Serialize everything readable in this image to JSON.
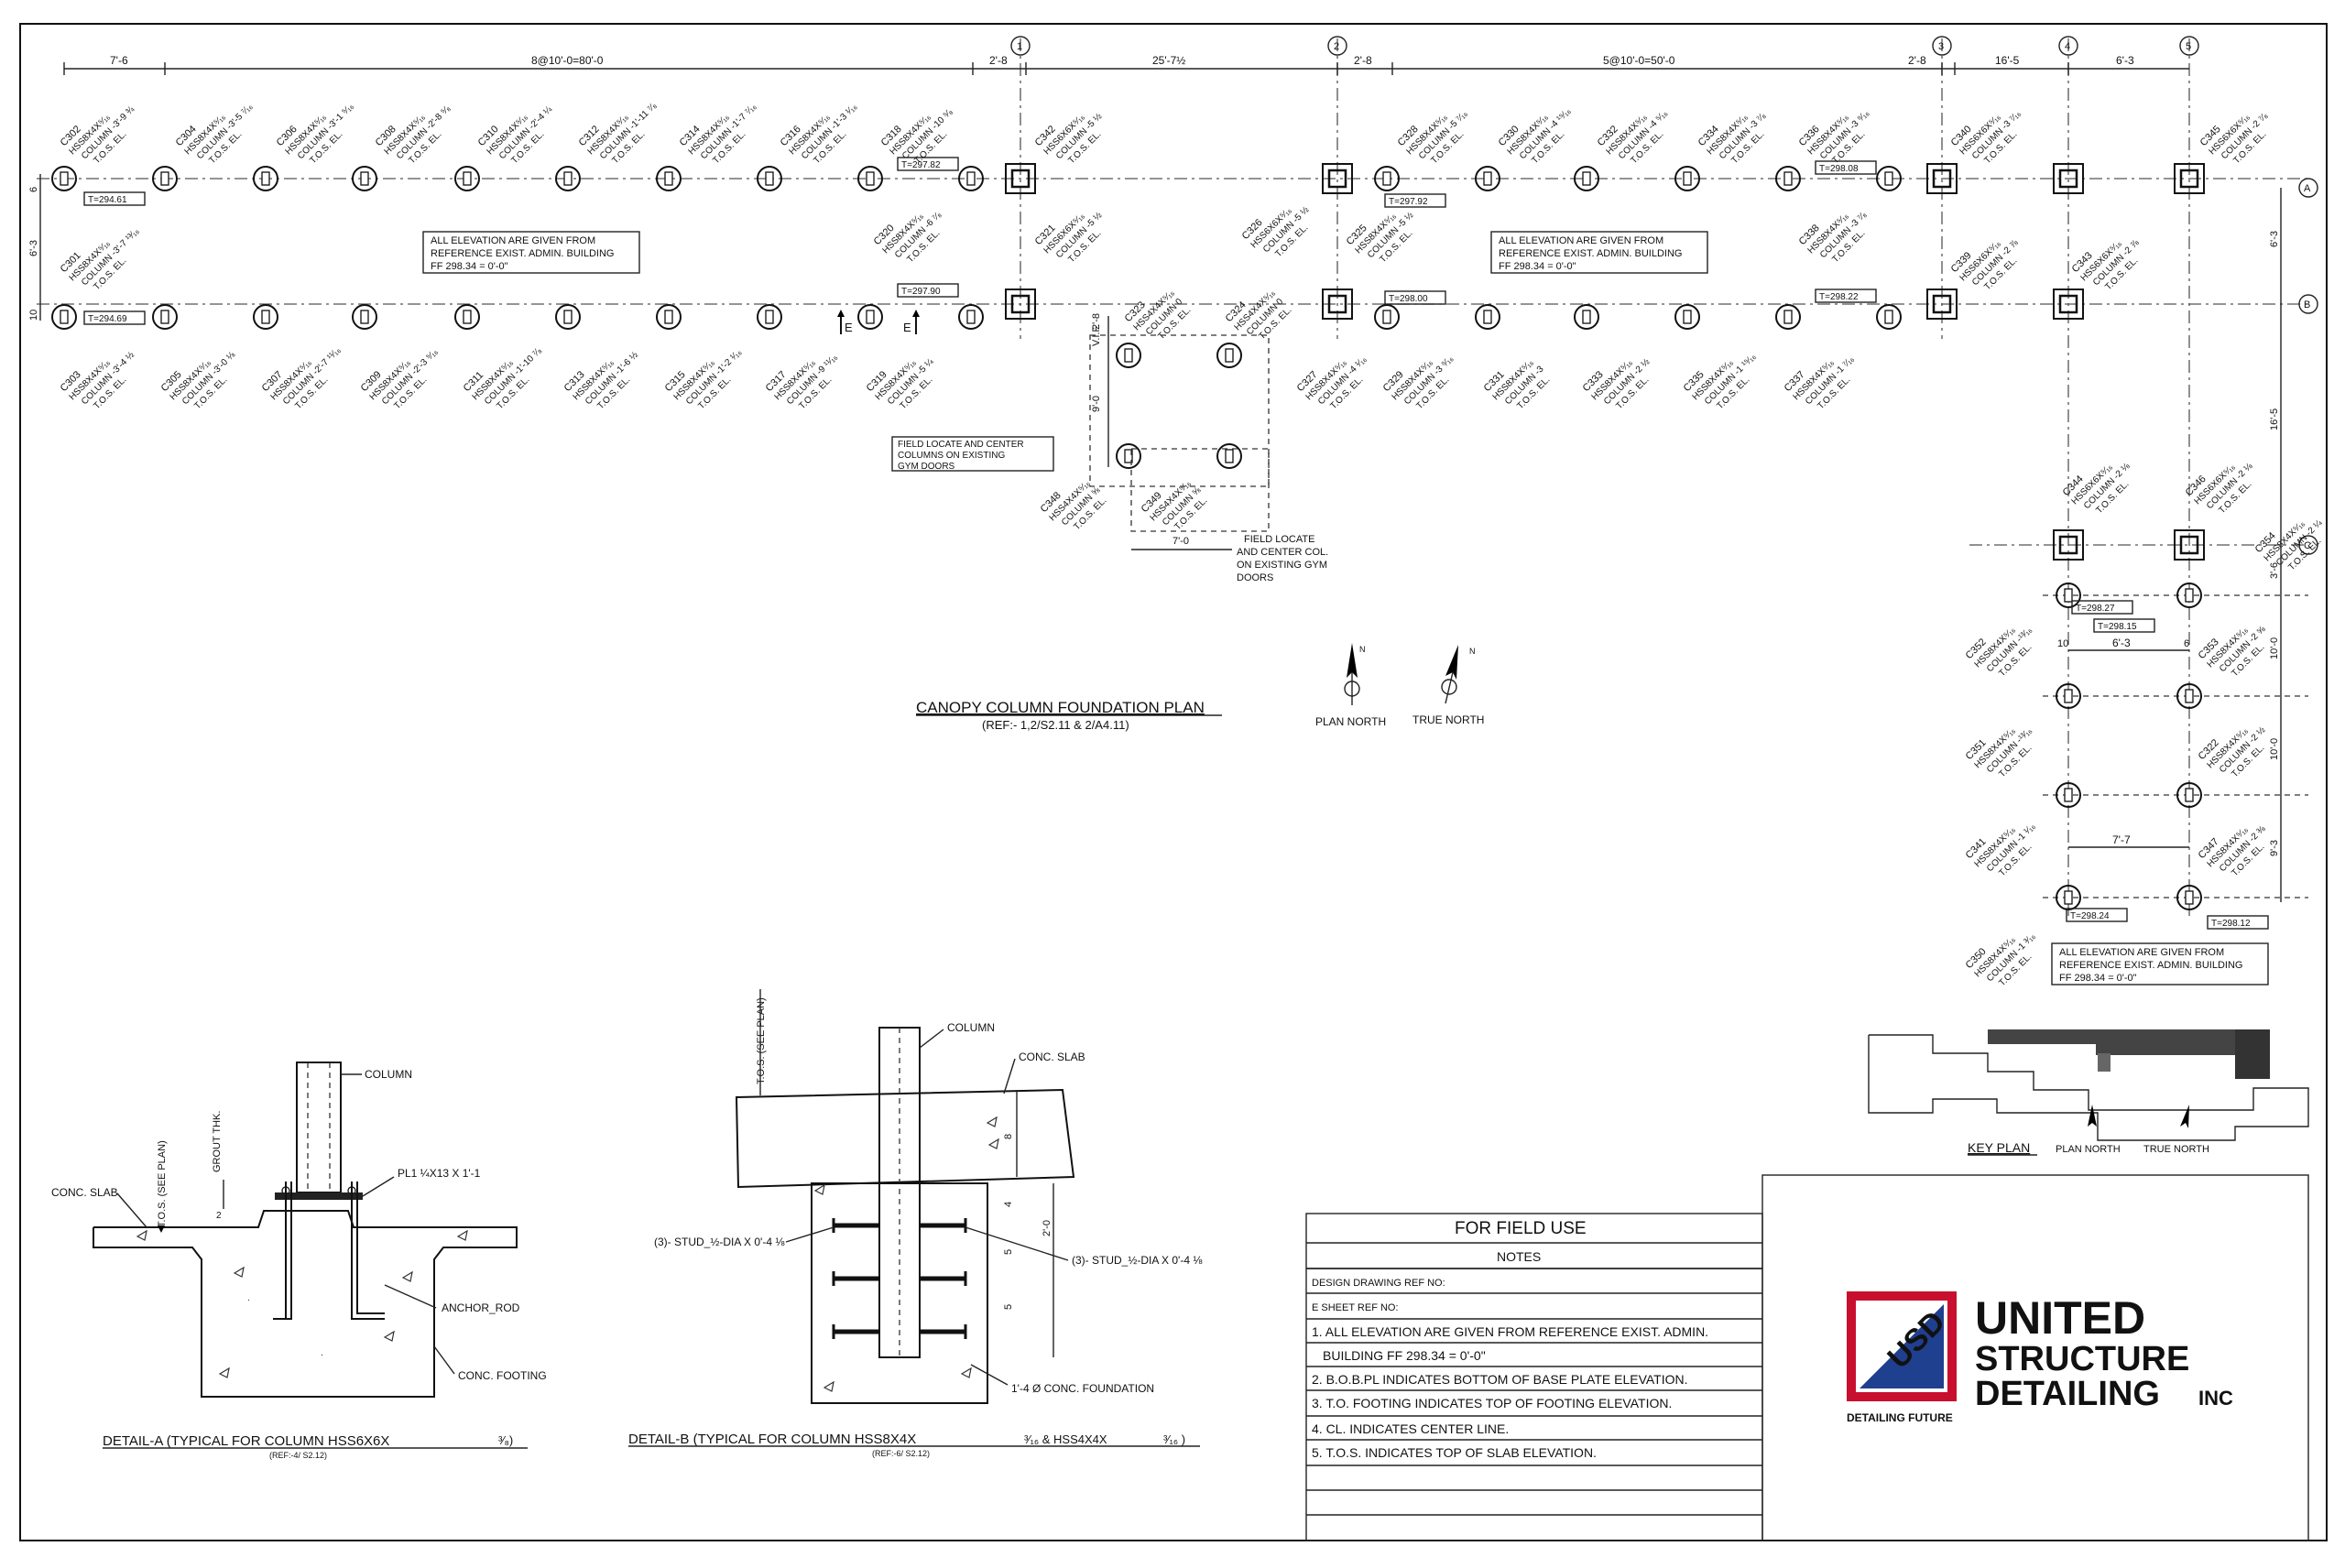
{
  "plan": {
    "title": "CANOPY COLUMN FOUNDATION PLAN",
    "ref": "(REF:- 1,2/S2.11 & 2/A4.11)",
    "plan_north": "PLAN NORTH",
    "true_north": "TRUE NORTH",
    "north_letter": "N",
    "elev_note": [
      "ALL ELEVATION ARE GIVEN FROM",
      "REFERENCE EXIST. ADMIN. BUILDING",
      "FF 298.34 = 0'-0\""
    ],
    "top_dims": [
      "7'-6",
      "8@10'-0=80'-0",
      "2'-8",
      "25'-7½",
      "2'-8",
      "5@10'-0=50'-0",
      "2'-8",
      "16'-5",
      "6'-3"
    ],
    "grid_numbers": [
      "1",
      "2",
      "3",
      "4",
      "5"
    ],
    "grid_letters": [
      "A",
      "B",
      "C"
    ],
    "right_dims": [
      "6'-3",
      "16'-5",
      "3'-6",
      "10'-0",
      "10'-0",
      "9'-3"
    ],
    "left_dims": [
      "6",
      "6'-3",
      "10"
    ],
    "spot_elevations": [
      "T=294.61",
      "T=294.69",
      "T=297.82",
      "T=297.90",
      "T=297.92",
      "T=298.00",
      "T=298.08",
      "T=298.22",
      "T=298.27",
      "T=298.15",
      "T=298.24",
      "T=298.12"
    ],
    "field_note_1": [
      "FIELD LOCATE AND CENTER",
      "COLUMNS ON EXISTING",
      "GYM DOORS"
    ],
    "field_note_2": [
      "FIELD LOCATE",
      "AND CENTER COL.",
      "ON EXISTING GYM",
      "DOORS"
    ],
    "vif": "V.I.F.",
    "mid_dims": [
      "2'-8",
      "9'-0",
      "7'-0",
      "6'-3",
      "7'-7",
      "10",
      "6"
    ],
    "section_mark": "E",
    "col_line1": "HSS8X4X⁵⁄₁₆",
    "col_line2": "COLUMN",
    "col_line3": "T.O.S. EL.",
    "col_line1_6x6": "HSS6X6X⁵⁄₁₆",
    "col_line1_4x4": "HSS4X4X⁵⁄₁₆",
    "top_row_labels": [
      {
        "id": "C302",
        "el": "-3'-9 ¾"
      },
      {
        "id": "C304",
        "el": "-3'-5 ⁷⁄₁₆"
      },
      {
        "id": "C306",
        "el": "-3'-1 ⁵⁄₁₆"
      },
      {
        "id": "C308",
        "el": "-2'-8 ⁵⁄₈"
      },
      {
        "id": "C310",
        "el": "-2'-4 ¼"
      },
      {
        "id": "C312",
        "el": "-1'-11 ⁷⁄₈"
      },
      {
        "id": "C314",
        "el": "-1'-7 ⁷⁄₁₆"
      },
      {
        "id": "C316",
        "el": "-1'-3 ¹⁄₁₆"
      },
      {
        "id": "C318",
        "el": "-10 ⁵⁄₈"
      },
      {
        "id": "C342",
        "el": "-5 ½"
      },
      {
        "id": "C328",
        "el": "-5 ⁷⁄₁₆"
      },
      {
        "id": "C330",
        "el": "-4 ¹⁵⁄₁₆"
      },
      {
        "id": "C332",
        "el": "-4 ⁵⁄₁₆"
      },
      {
        "id": "C334",
        "el": "-3 ⁷⁄₈"
      },
      {
        "id": "C336",
        "el": "-3 ⁹⁄₁₆"
      },
      {
        "id": "C340",
        "el": "-3 ⁷⁄₁₆"
      },
      {
        "id": "C345",
        "el": "-2 ⁷⁄₈"
      }
    ],
    "mid_row_labels": [
      {
        "id": "C301",
        "el": "-3'-7 ¹³⁄₁₆"
      },
      {
        "id": "C320",
        "el": "-6 ⁷⁄₈"
      },
      {
        "id": "C321",
        "el": "-5 ½"
      },
      {
        "id": "C326",
        "el": "-5 ½"
      },
      {
        "id": "C325",
        "el": "-5 ½"
      },
      {
        "id": "C338",
        "el": "-3 ⁷⁄₈"
      },
      {
        "id": "C339",
        "el": "-2 ⅞"
      },
      {
        "id": "C343",
        "el": "-2 ⅞"
      }
    ],
    "bottom_row_labels": [
      {
        "id": "C303",
        "el": "-3'-4 ½"
      },
      {
        "id": "C305",
        "el": "-3'-0 ⅛"
      },
      {
        "id": "C307",
        "el": "-2'-7 ¹¹⁄₁₆"
      },
      {
        "id": "C309",
        "el": "-2'-3 ⁵⁄₁₆"
      },
      {
        "id": "C311",
        "el": "-1'-10 ⁷⁄₈"
      },
      {
        "id": "C313",
        "el": "-1'-6 ½"
      },
      {
        "id": "C315",
        "el": "-1'-2 ¹⁄₁₆"
      },
      {
        "id": "C317",
        "el": "-9 ¹¹⁄₁₆"
      },
      {
        "id": "C319",
        "el": "-5 ¼"
      },
      {
        "id": "C327",
        "el": "-4 ¹⁄₁₆"
      },
      {
        "id": "C329",
        "el": "-3 ⁹⁄₁₆"
      },
      {
        "id": "C331",
        "el": "-3"
      },
      {
        "id": "C333",
        "el": "-2 ½"
      },
      {
        "id": "C335",
        "el": "-1 ¹⁵⁄₁₆"
      },
      {
        "id": "C337",
        "el": "-1 ⁷⁄₁₆"
      }
    ],
    "gym_labels": [
      {
        "id": "C323",
        "el": "0"
      },
      {
        "id": "C324",
        "el": "0"
      },
      {
        "id": "C348",
        "el": "⅝"
      },
      {
        "id": "C349",
        "el": "⅝"
      }
    ],
    "right_col_labels": [
      {
        "id": "C344",
        "el": "-2 ⅛"
      },
      {
        "id": "C346",
        "el": "-2 ⅛"
      },
      {
        "id": "C354",
        "el": "-2 ¼"
      },
      {
        "id": "C352",
        "el": "-¹³⁄₁₆"
      },
      {
        "id": "C353",
        "el": "-2 ⅝"
      },
      {
        "id": "C351",
        "el": "-¹³⁄₁₆"
      },
      {
        "id": "C322",
        "el": "-2 ½"
      },
      {
        "id": "C341",
        "el": "-1 ¹⁄₁₆"
      },
      {
        "id": "C347",
        "el": "-2 ⅜"
      },
      {
        "id": "C350",
        "el": "-1 ³⁄₁₆"
      }
    ]
  },
  "detail_a": {
    "title": "DETAIL-A (TYPICAL FOR COLUMN HSS6X6X",
    "title_tail": "³⁄₈)",
    "ref": "(REF:-4/   S2.12)",
    "column": "COLUMN",
    "plate": "PL1 ¼X13 X 1'-1",
    "grout": "GROUT THK.",
    "tos": "T.O.S. (SEE PLAN)",
    "slab": "CONC. SLAB",
    "anchor": "ANCHOR_ROD",
    "footing": "CONC. FOOTING",
    "dim": "2"
  },
  "detail_b": {
    "title": "DETAIL-B (TYPICAL FOR COLUMN HSS8X4X",
    "title_mid": "³⁄₁₆  & HSS4X4X",
    "title_tail": "³⁄₁₆ )",
    "ref": "(REF:-6/    S2.12)",
    "column": "COLUMN",
    "slab": "CONC. SLAB",
    "tos": "T.O.S. (SEE PLAN)",
    "stud_left": "(3)- STUD_½-DIA X 0'-4 ⅛",
    "stud_right": "(3)- STUD_½-DIA X 0'-4 ⅛",
    "foundation": "1'-4 Ø CONC. FOUNDATION",
    "dims": [
      "8",
      "4",
      "2'-0",
      "5",
      "5"
    ]
  },
  "key_plan": {
    "title": "KEY PLAN",
    "plan_north": "PLAN NORTH",
    "true_north": "TRUE NORTH"
  },
  "notes": {
    "header": "FOR FIELD USE",
    "subheader": "NOTES",
    "rows": [
      "DESIGN DRAWING REF NO:",
      "E SHEET REF NO:",
      "1. ALL ELEVATION ARE GIVEN FROM REFERENCE EXIST. ADMIN.",
      "   BUILDING FF 298.34 = 0'-0\"",
      "2. B.O.B.PL INDICATES BOTTOM OF BASE PLATE ELEVATION.",
      "3. T.O. FOOTING INDICATES TOP OF FOOTING ELEVATION.",
      "4. CL. INDICATES CENTER LINE.",
      "5. T.O.S. INDICATES TOP OF SLAB ELEVATION."
    ]
  },
  "logo": {
    "badge": "USD",
    "line1": "UNITED",
    "line2": "STRUCTURE",
    "line3": "DETAILING",
    "suffix": "INC",
    "tagline": "DETAILING FUTURE",
    "red": "#c8102e",
    "blue": "#1f3f8f"
  }
}
